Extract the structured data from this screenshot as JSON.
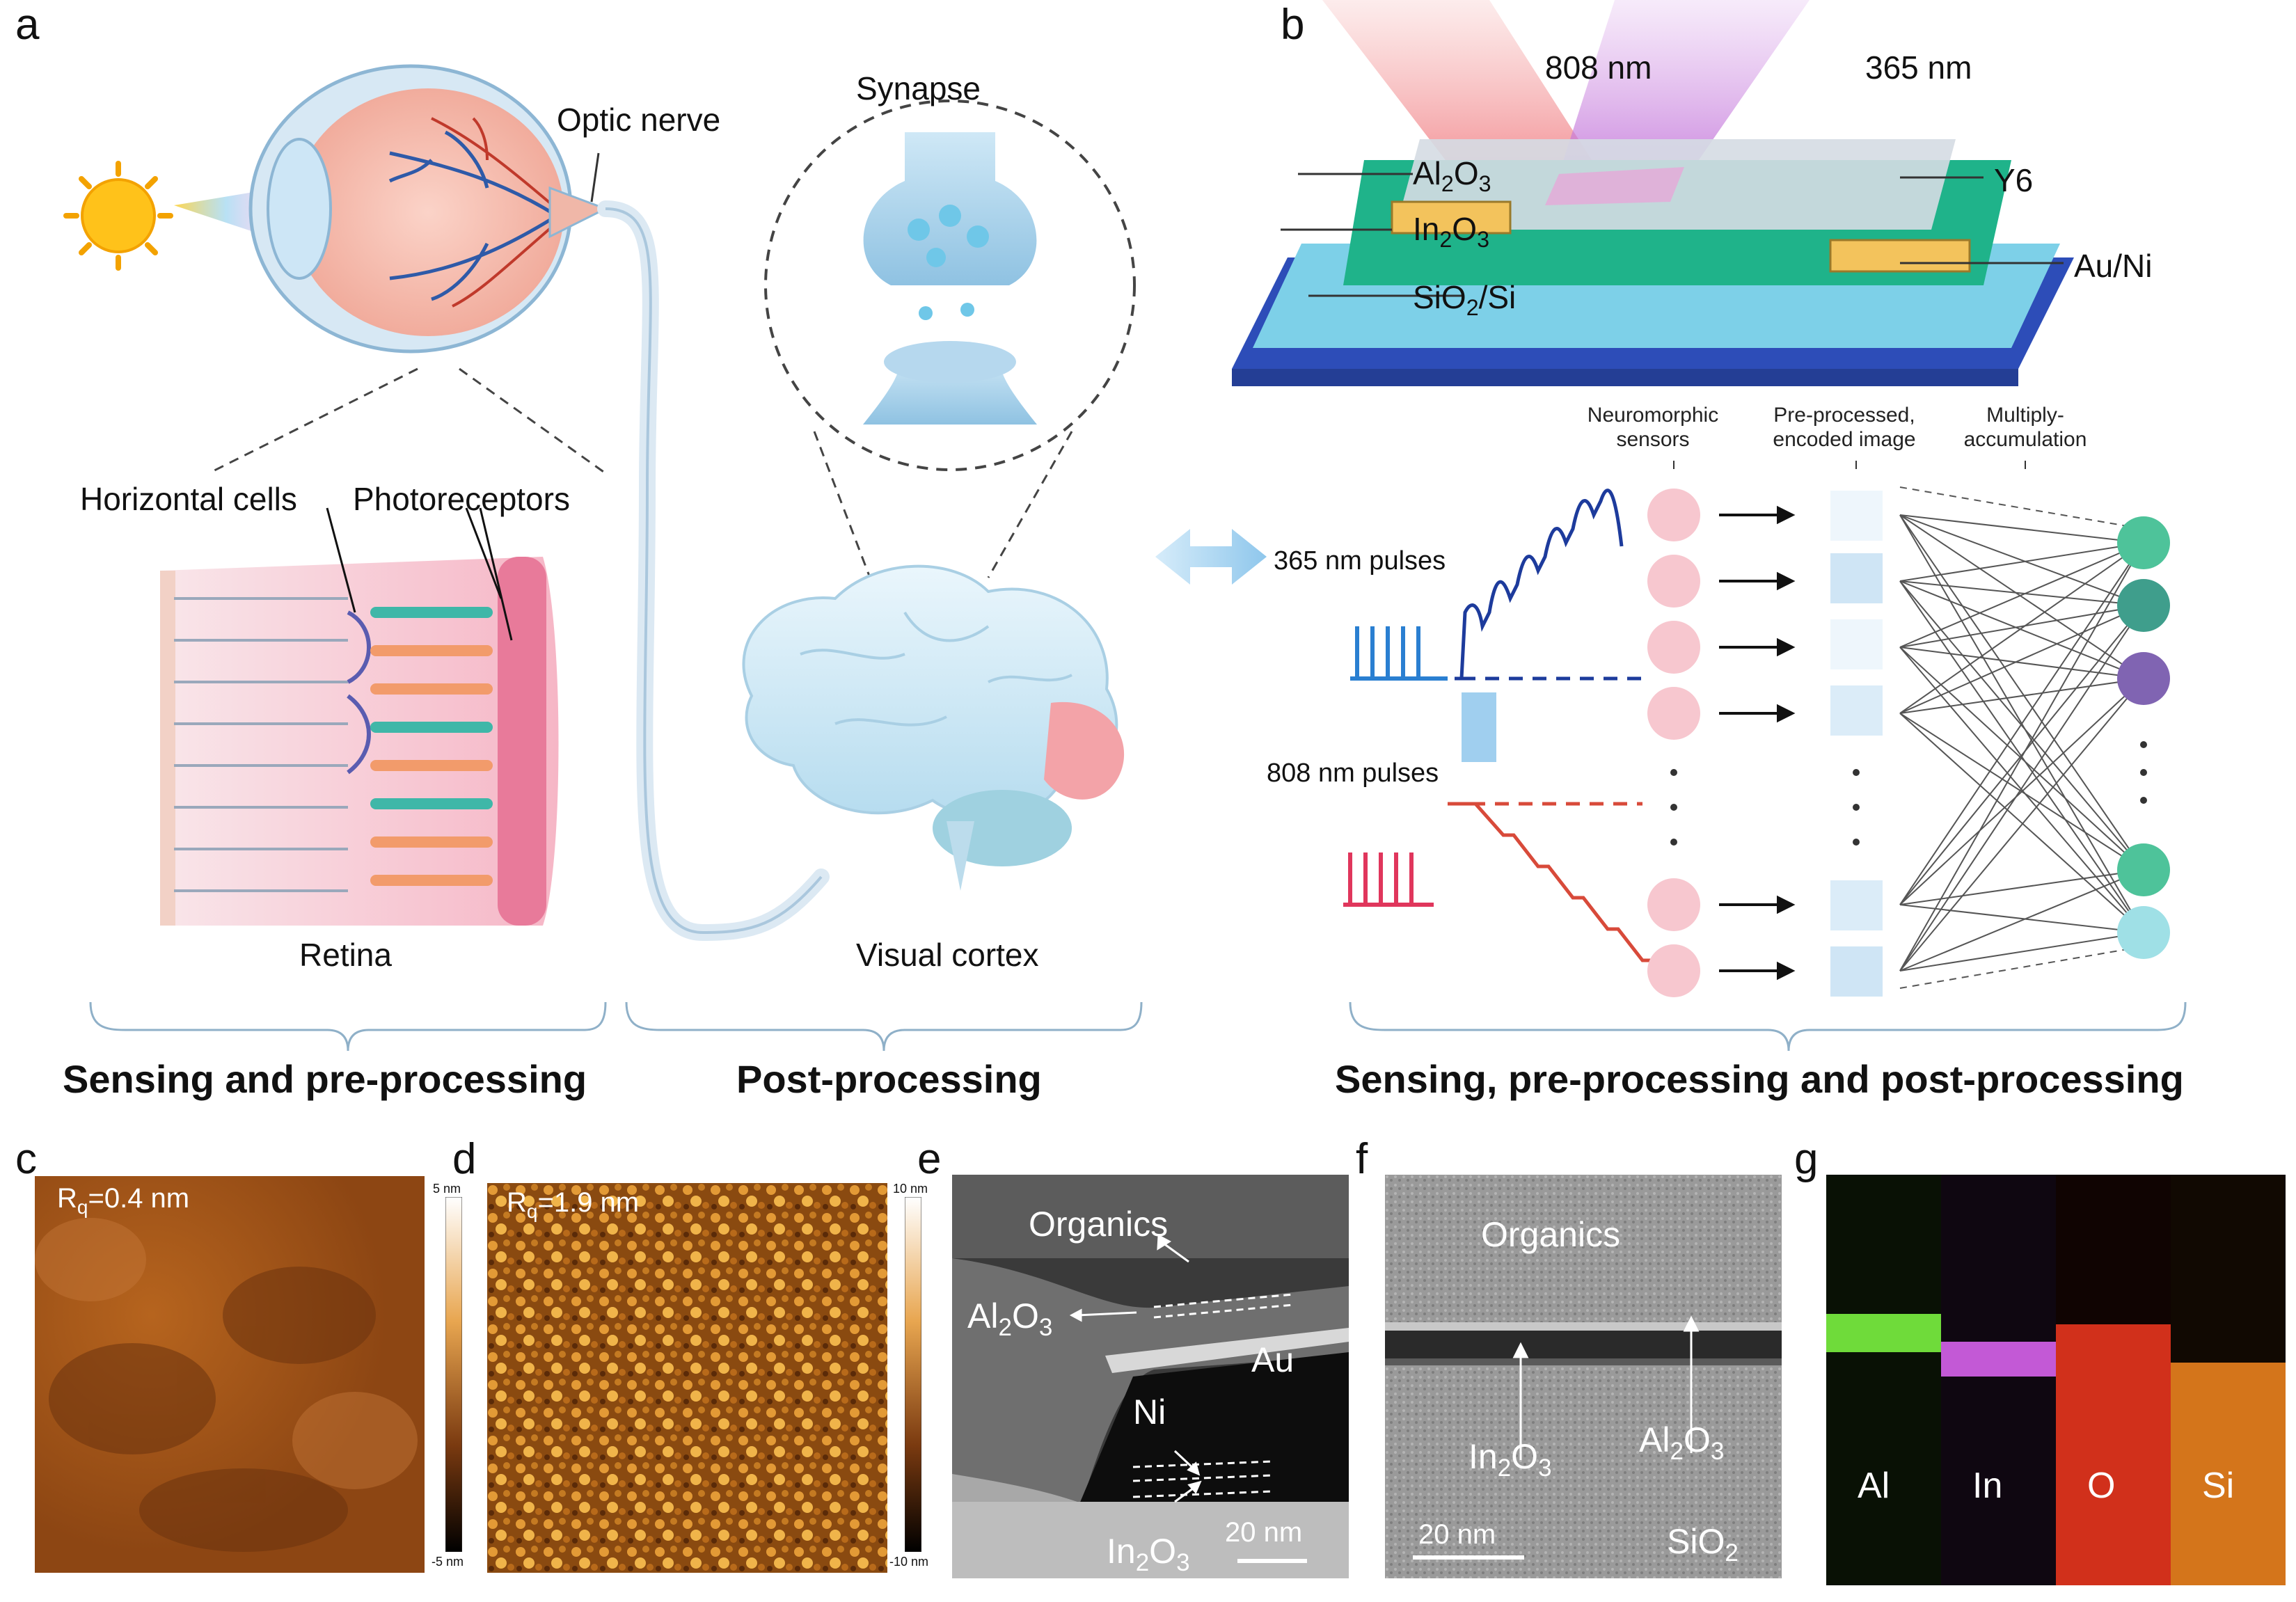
{
  "panels": {
    "a": {
      "letter": "a",
      "labels": {
        "optic_nerve": "Optic nerve",
        "synapse": "Synapse",
        "horizontal_cells": "Horizontal cells",
        "photoreceptors": "Photoreceptors",
        "retina": "Retina",
        "visual_cortex": "Visual cortex"
      },
      "captions": {
        "sensing": "Sensing and pre-processing",
        "post": "Post-processing"
      }
    },
    "b": {
      "letter": "b",
      "wavelengths": {
        "left": "808 nm",
        "right": "365 nm"
      },
      "layers": {
        "al2o3_main": "Al",
        "al2o3_sub1": "2",
        "al2o3_mid": "O",
        "al2o3_sub2": "3",
        "in2o3_main": "In",
        "in2o3_sub1": "2",
        "in2o3_mid": "O",
        "in2o3_sub2": "3",
        "sio2_main": "SiO",
        "sio2_sub": "2",
        "sio2_tail": "/Si",
        "y6": "Y6",
        "auni": "Au/Ni"
      },
      "headers": {
        "sensors": "Neuromorphic sensors",
        "encoded": "Pre-processed, encoded image",
        "mac": "Multiply-accumulation"
      },
      "pulses": {
        "uv": "365 nm pulses",
        "nir": "808 nm pulses"
      },
      "caption": "Sensing, pre-processing and post-processing"
    },
    "c": {
      "letter": "c",
      "rq_prefix": "R",
      "rq_sub": "q",
      "rq_value": "=0.4 nm",
      "cb_max": "5 nm",
      "cb_min": "-5 nm"
    },
    "d": {
      "letter": "d",
      "rq_prefix": "R",
      "rq_sub": "q",
      "rq_value": "=1.9 nm",
      "cb_max": "10 nm",
      "cb_min": "-10 nm"
    },
    "e": {
      "letter": "e",
      "organics": "Organics",
      "al_main": "Al",
      "al_sub1": "2",
      "al_mid": "O",
      "al_sub2": "3",
      "au": "Au",
      "ni": "Ni",
      "in_main": "In",
      "in_sub1": "2",
      "in_mid": "O",
      "in_sub2": "3",
      "scale": "20 nm"
    },
    "f": {
      "letter": "f",
      "organics": "Organics",
      "in_main": "In",
      "in_sub1": "2",
      "in_mid": "O",
      "in_sub2": "3",
      "al_main": "Al",
      "al_sub1": "2",
      "al_mid": "O",
      "al_sub2": "3",
      "scale": "20 nm",
      "sio2_main": "SiO",
      "sio2_sub": "2"
    },
    "g": {
      "letter": "g",
      "elements": [
        "Al",
        "In",
        "O",
        "Si"
      ],
      "colors": [
        "#6fdc3a",
        "#c45ad6",
        "#d2301c",
        "#d4761c"
      ]
    }
  }
}
